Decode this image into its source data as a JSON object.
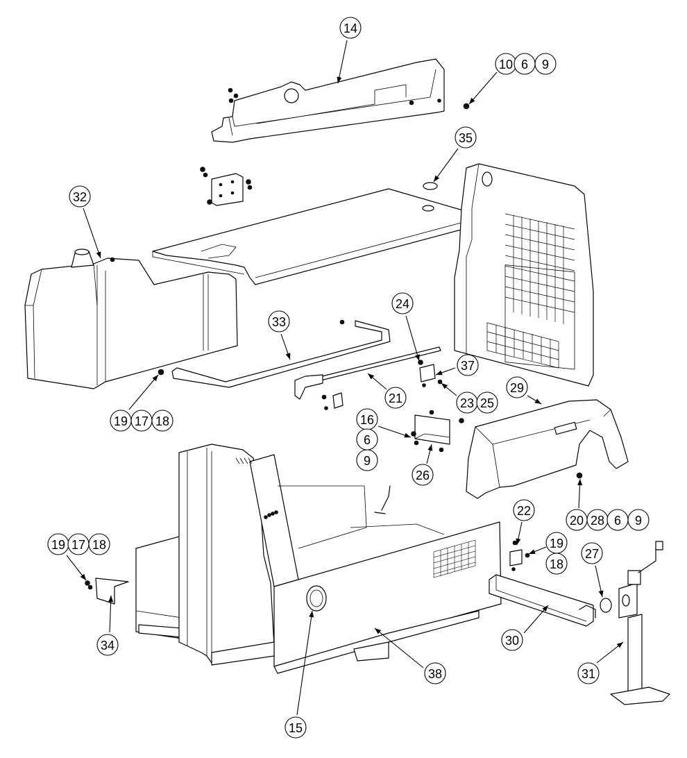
{
  "callouts": [
    {
      "id": "c14",
      "label": "14"
    },
    {
      "id": "c10",
      "label": "10"
    },
    {
      "id": "c6a",
      "label": "6"
    },
    {
      "id": "c9a",
      "label": "9"
    },
    {
      "id": "c35",
      "label": "35"
    },
    {
      "id": "c32",
      "label": "32"
    },
    {
      "id": "c33",
      "label": "33"
    },
    {
      "id": "c24",
      "label": "24"
    },
    {
      "id": "c37",
      "label": "37"
    },
    {
      "id": "c21",
      "label": "21"
    },
    {
      "id": "c23",
      "label": "23"
    },
    {
      "id": "c25",
      "label": "25"
    },
    {
      "id": "c29",
      "label": "29"
    },
    {
      "id": "c19a",
      "label": "19"
    },
    {
      "id": "c17a",
      "label": "17"
    },
    {
      "id": "c18a",
      "label": "18"
    },
    {
      "id": "c16",
      "label": "16"
    },
    {
      "id": "c6b",
      "label": "6"
    },
    {
      "id": "c9b",
      "label": "9"
    },
    {
      "id": "c26",
      "label": "26"
    },
    {
      "id": "c20",
      "label": "20"
    },
    {
      "id": "c28",
      "label": "28"
    },
    {
      "id": "c6c",
      "label": "6"
    },
    {
      "id": "c9c",
      "label": "9"
    },
    {
      "id": "c22",
      "label": "22"
    },
    {
      "id": "c19b",
      "label": "19"
    },
    {
      "id": "c18b",
      "label": "18"
    },
    {
      "id": "c19c",
      "label": "19"
    },
    {
      "id": "c17c",
      "label": "17"
    },
    {
      "id": "c18c",
      "label": "18"
    },
    {
      "id": "c27",
      "label": "27"
    },
    {
      "id": "c34",
      "label": "34"
    },
    {
      "id": "c30",
      "label": "30"
    },
    {
      "id": "c31",
      "label": "31"
    },
    {
      "id": "c38",
      "label": "38"
    },
    {
      "id": "c15",
      "label": "15"
    }
  ]
}
